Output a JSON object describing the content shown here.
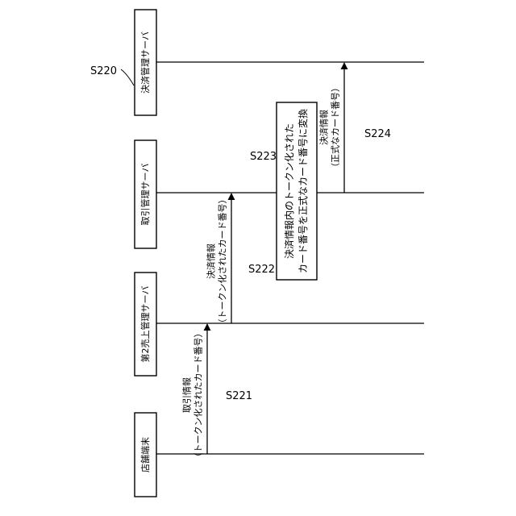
{
  "diagram_label": "S220",
  "participants": [
    {
      "id": "store",
      "label": "店舗端末"
    },
    {
      "id": "sales2",
      "label": "第2売上管理サーバ"
    },
    {
      "id": "trade",
      "label": "取引管理サーバ"
    },
    {
      "id": "settle",
      "label": "決済管理サーバ"
    }
  ],
  "messages": [
    {
      "step": "S221",
      "line1": "取引情報",
      "line2": "（トークン化されたカード番号）"
    },
    {
      "step": "S222",
      "line1": "決済情報",
      "line2": "（トークン化されたカード番号）"
    },
    {
      "step": "S224",
      "line1": "決済情報",
      "line2": "（正式なカード番号）"
    }
  ],
  "process": {
    "step": "S223",
    "line1": "決済情報内のトークン化された",
    "line2": "カード番号を正式なカード番号に変換"
  }
}
